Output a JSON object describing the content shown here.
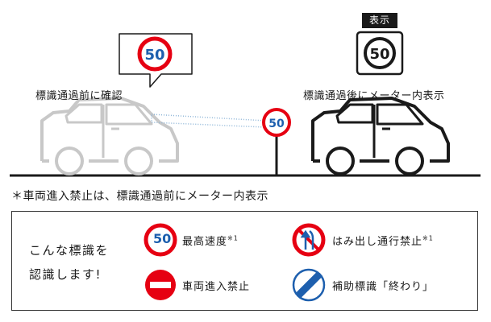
{
  "left_caption": "標識通過前に確認",
  "right_caption": "標識通過後にメーター内表示",
  "display_badge": "表示",
  "sign_value": "50",
  "footnote": "＊車両進入禁止は、標識通過前にメーター内表示",
  "legend": {
    "intro_line1": "こんな標識を",
    "intro_line2": "認識します!",
    "items": [
      {
        "label": "最高速度",
        "note": "※1",
        "icon": "speed-limit-sign"
      },
      {
        "label": "はみ出し通行禁止",
        "note": "※1",
        "icon": "no-overtaking-sign"
      },
      {
        "label": "車両進入禁止",
        "note": "",
        "icon": "no-entry-sign"
      },
      {
        "label": "補助標識「終わり」",
        "note": "",
        "icon": "end-of-restriction-sign"
      }
    ]
  },
  "colors": {
    "sign_red": "#e60012",
    "sign_blue": "#1d5fae",
    "ghost_car": "#c8c8c8",
    "dark": "#1a1a1a",
    "scan_dots": "#8fb6d8"
  }
}
